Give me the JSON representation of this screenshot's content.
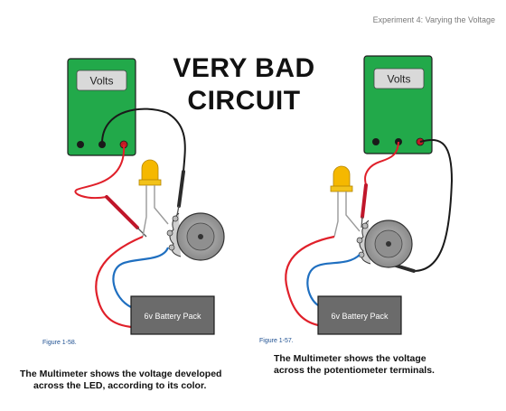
{
  "header": "Experiment 4: Varying the Voltage",
  "title_line1": "VERY BAD",
  "title_line2": "CIRCUIT",
  "left": {
    "meter_label": "Volts",
    "battery_label": "6v Battery Pack",
    "figure_label": "Figure 1-58.",
    "caption_line1": "The Multimeter shows the voltage developed",
    "caption_line2": "across the LED, according to its color."
  },
  "right": {
    "meter_label": "Volts",
    "battery_label": "6v Battery Pack",
    "figure_label": "Figure 1-57.",
    "caption_line1": "The Multimeter shows the voltage",
    "caption_line2": "across the potentiometer terminals."
  },
  "colors": {
    "meter_green": "#22a94a",
    "wire_red": "#e0202a",
    "wire_blue": "#1f6fc0",
    "wire_black": "#1a1a1a",
    "led_yellow": "#f5b800",
    "battery_gray": "#6b6b6b",
    "probe_red": "#c0162a",
    "pot_gray": "#9a9a9a"
  }
}
